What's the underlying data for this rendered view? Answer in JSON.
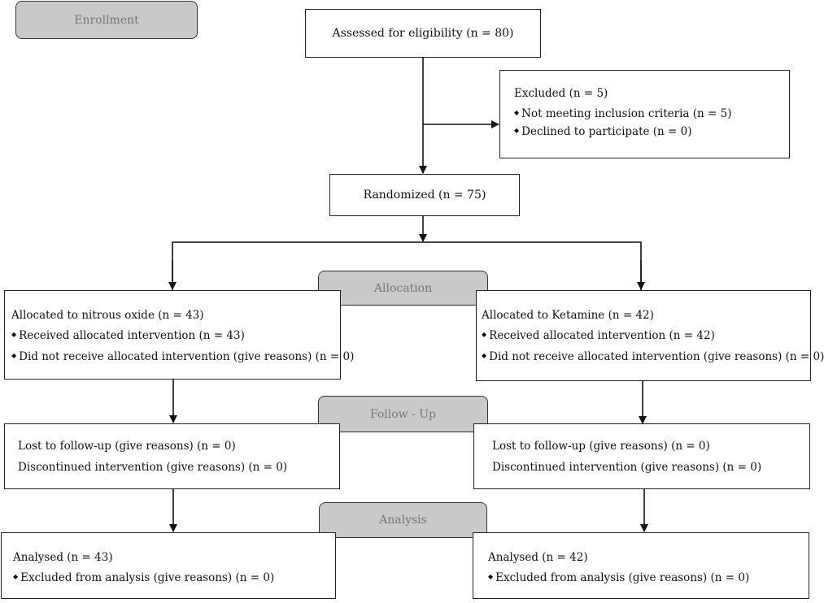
{
  "stages": {
    "enrollment": "Enrollment",
    "allocation": "Allocation",
    "follow_up": "Follow - Up",
    "analysis": "Analysis"
  },
  "assessed": "Assessed for eligibility (n = 80)",
  "excluded": {
    "title": "Excluded (n = 5)",
    "items": [
      "Not meeting inclusion criteria (n = 5)",
      "Declined to participate (n = 0)"
    ]
  },
  "randomized": "Randomized (n = 75)",
  "left_arm": {
    "allocation": {
      "title": "Allocated to nitrous oxide (n = 43)",
      "items": [
        "Received allocated intervention (n = 43)",
        "Did not receive allocated intervention (give reasons) (n = 0)"
      ]
    },
    "follow_up": [
      "Lost to follow-up (give reasons) (n = 0)",
      "Discontinued intervention (give reasons) (n = 0)"
    ],
    "analysis": {
      "title": "Analysed (n = 43)",
      "items": [
        "Excluded from analysis (give reasons) (n = 0)"
      ]
    }
  },
  "right_arm": {
    "allocation": {
      "title": "Allocated to Ketamine (n = 42)",
      "items": [
        "Received allocated intervention (n = 42)",
        "Did not receive allocated intervention (give reasons) (n = 0)"
      ]
    },
    "follow_up": [
      "Lost to follow-up (give reasons) (n = 0)",
      "Discontinued intervention (give reasons) (n = 0)"
    ],
    "analysis": {
      "title": "Analysed (n = 42)",
      "items": [
        "Excluded from analysis (give reasons) (n = 0)"
      ]
    }
  }
}
